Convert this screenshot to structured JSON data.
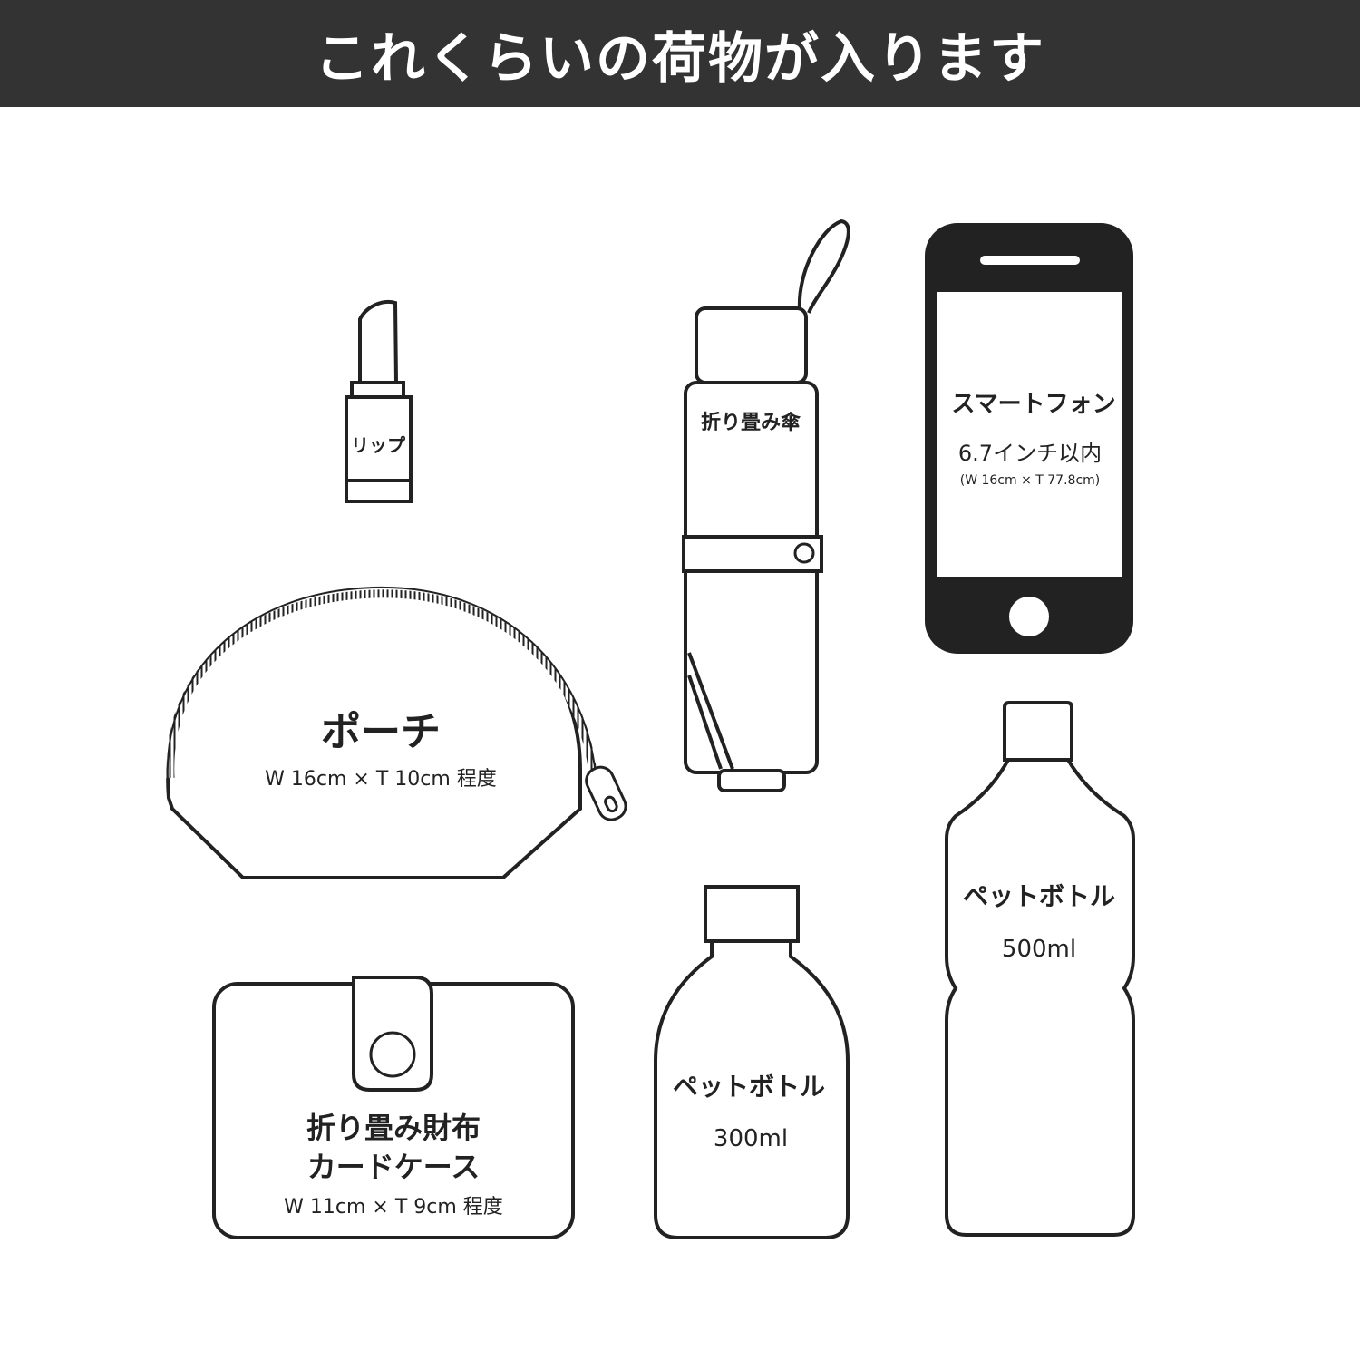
{
  "header": {
    "title": "これくらいの荷物が入ります"
  },
  "items": {
    "lip": {
      "label": "リップ"
    },
    "umbrella": {
      "label": "折り畳み傘"
    },
    "smartphone": {
      "label": "スマートフォン",
      "size": "6.7インチ以内",
      "dims": "(W 16cm × T 77.8cm)"
    },
    "pouch": {
      "label": "ポーチ",
      "dims": "W 16cm × T 10cm 程度"
    },
    "bottle_small": {
      "label": "ペットボトル",
      "volume": "300ml"
    },
    "bottle_large": {
      "label": "ペットボトル",
      "volume": "500ml"
    },
    "wallet": {
      "label_line1": "折り畳み財布",
      "label_line2": "カードケース",
      "dims": "W 11cm × T 9cm 程度"
    }
  },
  "colors": {
    "banner": "#333333",
    "stroke": "#222222",
    "phone_body": "#222222"
  }
}
